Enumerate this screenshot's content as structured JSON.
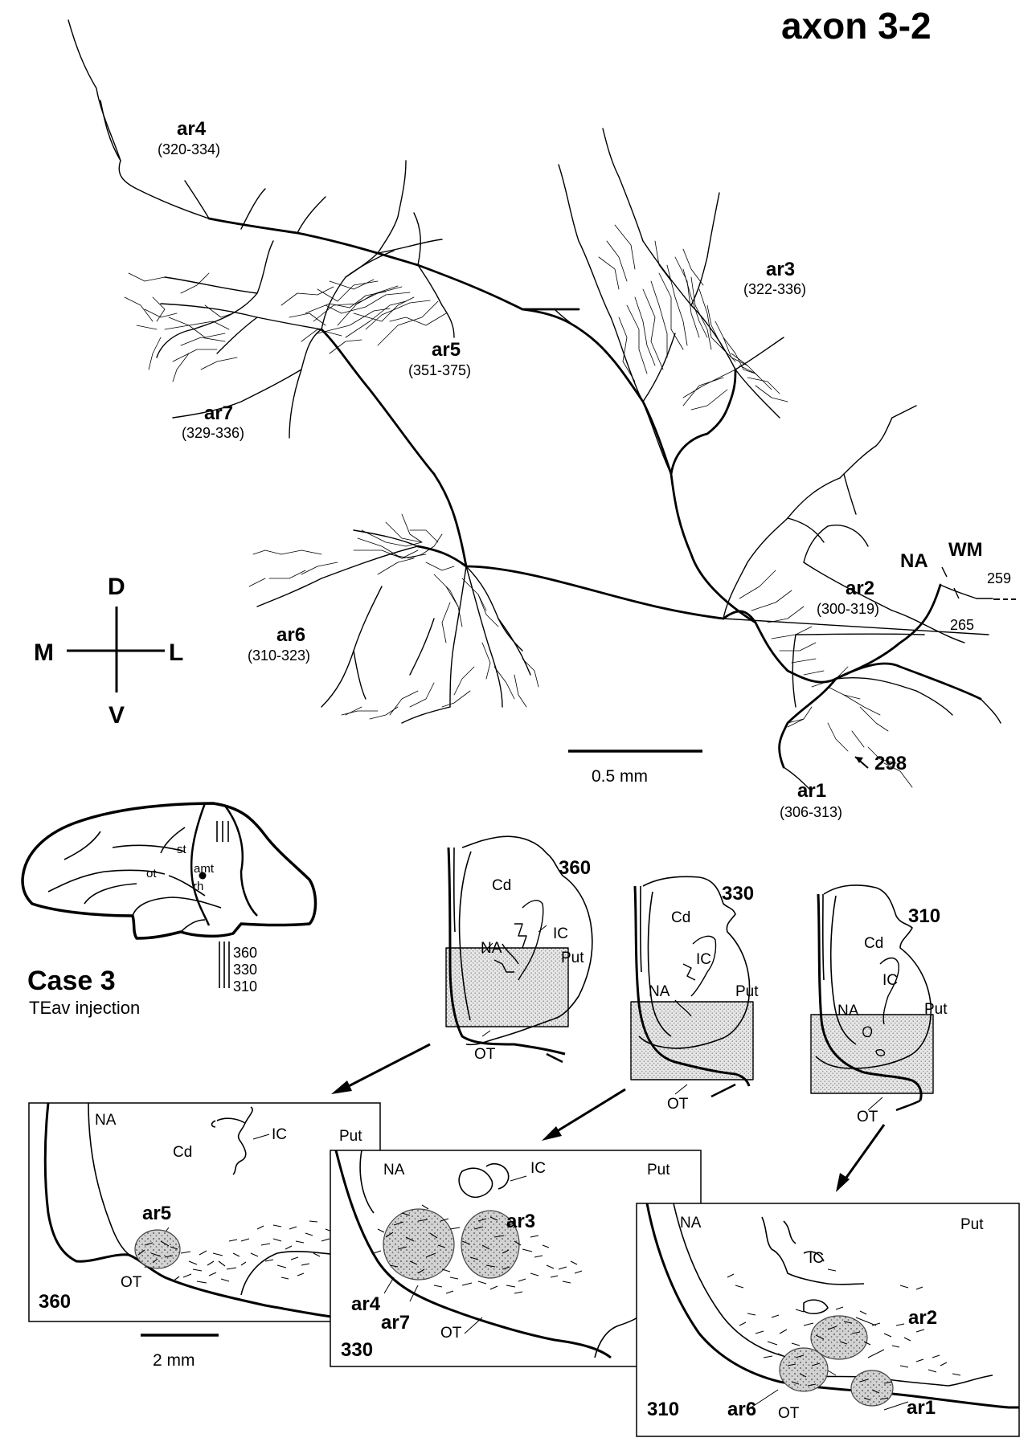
{
  "title": "axon 3-2",
  "arbors": [
    {
      "id": "ar4",
      "range": "(320-334)"
    },
    {
      "id": "ar3",
      "range": "(322-336)"
    },
    {
      "id": "ar5",
      "range": "(351-375)"
    },
    {
      "id": "ar7",
      "range": "(329-336)"
    },
    {
      "id": "ar6",
      "range": "(310-323)"
    },
    {
      "id": "ar2",
      "range": "(300-319)"
    },
    {
      "id": "ar1",
      "range": "(306-313)"
    }
  ],
  "orientation": {
    "dorsal": "D",
    "ventral": "V",
    "medial": "M",
    "lateral": "L"
  },
  "upper_labels": {
    "na": "NA",
    "wm": "WM",
    "n259": "259",
    "n265": "265",
    "n298": "298"
  },
  "scale_bars": {
    "top": "0.5 mm",
    "bottom": "2 mm"
  },
  "brain": {
    "case": "Case 3",
    "injection": "TEav injection",
    "sulci": {
      "st": "st",
      "amt": "amt",
      "ot": "ot",
      "rh": "rh"
    },
    "levels": [
      "360",
      "330",
      "310"
    ]
  },
  "sections": [
    {
      "level": "360",
      "labels": {
        "cd": "Cd",
        "ic": "IC",
        "na": "NA",
        "put": "Put",
        "ot": "OT"
      }
    },
    {
      "level": "330",
      "labels": {
        "cd": "Cd",
        "ic": "IC",
        "na": "NA",
        "put": "Put",
        "ot": "OT"
      }
    },
    {
      "level": "310",
      "labels": {
        "cd": "Cd",
        "ic": "IC",
        "na": "NA",
        "put": "Put",
        "ot": "OT"
      }
    }
  ],
  "enlarged": [
    {
      "level": "360",
      "labels": {
        "na": "NA",
        "cd": "Cd",
        "ic": "IC",
        "put": "Put",
        "ot": "OT"
      },
      "arbors": [
        "ar5"
      ]
    },
    {
      "level": "330",
      "labels": {
        "na": "NA",
        "ic": "IC",
        "put": "Put",
        "ot": "OT"
      },
      "arbors": [
        "ar3",
        "ar4",
        "ar7"
      ]
    },
    {
      "level": "310",
      "labels": {
        "na": "NA",
        "ic": "IC",
        "put": "Put",
        "ot": "OT"
      },
      "arbors": [
        "ar2",
        "ar6",
        "ar1"
      ]
    }
  ]
}
